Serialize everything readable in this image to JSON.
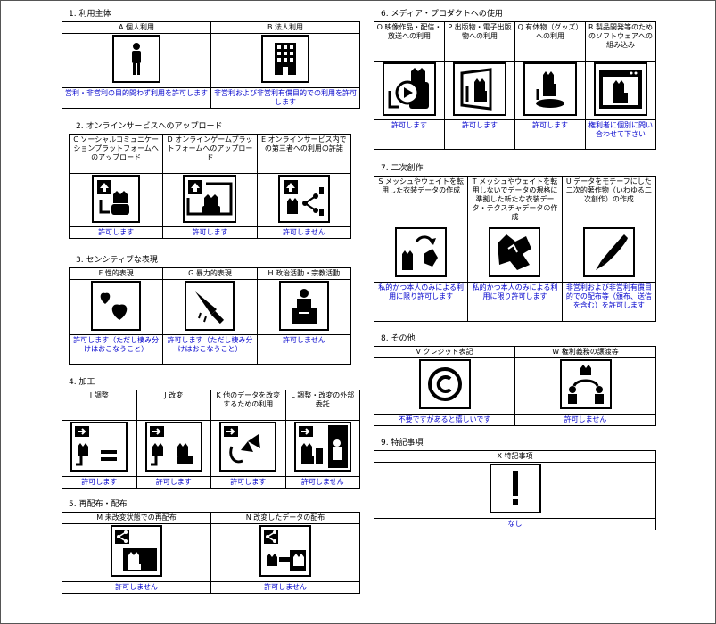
{
  "s1": {
    "title": "1. 利用主体",
    "cols": [
      {
        "head": "A 個人利用",
        "icon": "person-icon",
        "status": "営利・非営利の目的問わず利用を許可します"
      },
      {
        "head": "B 法人利用",
        "icon": "building-icon",
        "status": "非営利および非営利有償目的での利用を許可します"
      }
    ]
  },
  "s2": {
    "title": "2. オンラインサービスへのアップロード",
    "cols": [
      {
        "head": "C ソーシャルコミュニケーションプラットフォームへのアップロード",
        "icon": "upload-cat-icon",
        "status": "許可します"
      },
      {
        "head": "D オンラインゲームプラットフォームへのアップロード",
        "icon": "upload-screen-cat-icon",
        "status": "許可します"
      },
      {
        "head": "E オンラインサービス内での第三者への利用の許諾",
        "icon": "upload-share-icon",
        "status": "許可しません"
      }
    ]
  },
  "s3": {
    "title": "3. センシティブな表現",
    "cols": [
      {
        "head": "F 性的表現",
        "icon": "hearts-icon",
        "status": "許可します（ただし棲み分けはおこなうこと）"
      },
      {
        "head": "G 暴力的表現",
        "icon": "knife-icon",
        "status": "許可します（ただし棲み分けはおこなうこと）"
      },
      {
        "head": "H 政治活動・宗教活動",
        "icon": "podium-icon",
        "status": "許可しません"
      }
    ]
  },
  "s4": {
    "title": "4. 加工",
    "cols": [
      {
        "head": "I 調整",
        "icon": "adjust-equal-icon",
        "status": "許可します"
      },
      {
        "head": "J 改変",
        "icon": "modify-cat-icon",
        "status": "許可します"
      },
      {
        "head": "K 他のデータを改変するための利用",
        "icon": "bow-tool-icon",
        "status": "許可します"
      },
      {
        "head": "L 調整・改変の外部委託",
        "icon": "outsource-icon",
        "status": "許可しません"
      }
    ]
  },
  "s5": {
    "title": "5. 再配布・配布",
    "cols": [
      {
        "head": "M 未改変状態での再配布",
        "icon": "share-plain-icon",
        "status": "許可しません"
      },
      {
        "head": "N 改変したデータの配布",
        "icon": "share-modified-icon",
        "status": "許可しません"
      }
    ]
  },
  "s6": {
    "title": "6. メディア・プロダクトへの使用",
    "cols": [
      {
        "head": "O 映像作品・配信・放送への利用",
        "icon": "video-cat-icon",
        "status": "許可します"
      },
      {
        "head": "P 出版物・電子出版物への利用",
        "icon": "book-cat-icon",
        "status": "許可します"
      },
      {
        "head": "Q 有体物（グッズ）への利用",
        "icon": "figure-cat-icon",
        "status": "許可します"
      },
      {
        "head": "R 製品開発等のためのソフトウェアへの組み込み",
        "icon": "window-cat-icon",
        "status": "権利者に個別に問い合わせて下さい"
      }
    ]
  },
  "s7": {
    "title": "7. 二次創作",
    "cols": [
      {
        "head": "S メッシュやウェイトを転用した衣装データの作成",
        "icon": "mesh-arrow-icon",
        "status": "私的かつ本人のみによる利用に限り許可します"
      },
      {
        "head": "T メッシュやウェイトを転用しないでデータの規格に準拠した新たな衣装データ・テクスチャデータの作成",
        "icon": "cloth-icon",
        "status": "私的かつ本人のみによる利用に限り許可します"
      },
      {
        "head": "U データをモチーフにした二次的著作物（いわゆる二次創作）の作成",
        "icon": "pen-icon",
        "status": "非営利および非営利有償目的での配布等（頒布、送信を含む）を許可します"
      }
    ]
  },
  "s8": {
    "title": "8. その他",
    "cols": [
      {
        "head": "V クレジット表記",
        "icon": "copyright-icon",
        "status": "不要ですがあると嬉しいです"
      },
      {
        "head": "W 権利義務の譲渡等",
        "icon": "transfer-icon",
        "status": "許可しません"
      }
    ]
  },
  "s9": {
    "title": "9. 特記事項",
    "cols": [
      {
        "head": "X 特記事項",
        "icon": "exclamation-icon",
        "status": "なし"
      }
    ]
  }
}
